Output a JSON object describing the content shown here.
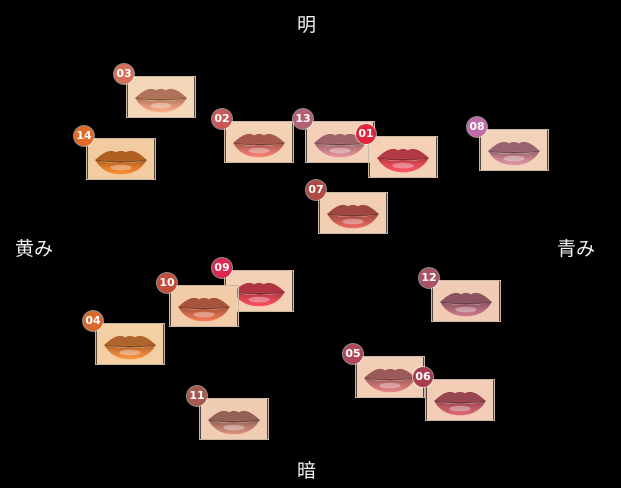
{
  "axes": {
    "top": "明",
    "bottom": "暗",
    "left": "黄み",
    "right": "青み",
    "horizontal_gradient": [
      "#ffbf00",
      "#d9c400",
      "#b8cc3a",
      "#4fb86b",
      "#2f9ad8",
      "#1f8ff0"
    ],
    "vertical_gradient": [
      "#f0c9a8",
      "#e88f7c",
      "#d84a5a",
      "#b01030"
    ]
  },
  "items": [
    {
      "num": "03",
      "badge": "#d4705a",
      "lip": "#e09474",
      "bg": "#f4d6b8",
      "pos": {
        "yellow_blue": -0.64,
        "light_dark": 0.88
      }
    },
    {
      "num": "14",
      "badge": "#e26a28",
      "lip": "#e07a2a",
      "bg": "#f2cba0",
      "pos": {
        "yellow_blue": -0.82,
        "light_dark": 0.52
      }
    },
    {
      "num": "02",
      "badge": "#c85858",
      "lip": "#d67064",
      "bg": "#f3d2b4",
      "pos": {
        "yellow_blue": -0.21,
        "light_dark": 0.62
      }
    },
    {
      "num": "13",
      "badge": "#b56070",
      "lip": "#c88086",
      "bg": "#f2d0b8",
      "pos": {
        "yellow_blue": 0.15,
        "light_dark": 0.62
      }
    },
    {
      "num": "01",
      "badge": "#e0263c",
      "lip": "#e54a58",
      "bg": "#f4d0b6",
      "pos": {
        "yellow_blue": 0.43,
        "light_dark": 0.53
      }
    },
    {
      "num": "08",
      "badge": "#c06aa8",
      "lip": "#c4808e",
      "bg": "#f3d2ba",
      "pos": {
        "yellow_blue": 0.92,
        "light_dark": 0.57
      }
    },
    {
      "num": "07",
      "badge": "#b04a44",
      "lip": "#cc5c54",
      "bg": "#f2ceb2",
      "pos": {
        "yellow_blue": 0.21,
        "light_dark": 0.21
      }
    },
    {
      "num": "09",
      "badge": "#da2850",
      "lip": "#e04456",
      "bg": "#f4d0b6",
      "pos": {
        "yellow_blue": -0.21,
        "light_dark": -0.24
      }
    },
    {
      "num": "10",
      "badge": "#c44e3c",
      "lip": "#d46a4a",
      "bg": "#f2cca8",
      "pos": {
        "yellow_blue": -0.45,
        "light_dark": -0.33
      }
    },
    {
      "num": "12",
      "badge": "#a85266",
      "lip": "#b06a7a",
      "bg": "#f0ccb6",
      "pos": {
        "yellow_blue": 0.71,
        "light_dark": -0.3
      }
    },
    {
      "num": "04",
      "badge": "#d86a30",
      "lip": "#e0803a",
      "bg": "#f4cfa4",
      "pos": {
        "yellow_blue": -0.78,
        "light_dark": -0.55
      }
    },
    {
      "num": "05",
      "badge": "#b0485a",
      "lip": "#c87272",
      "bg": "#f2ceb6",
      "pos": {
        "yellow_blue": 0.37,
        "light_dark": -0.74
      }
    },
    {
      "num": "06",
      "badge": "#a83c50",
      "lip": "#c05a66",
      "bg": "#f2ccb4",
      "pos": {
        "yellow_blue": 0.68,
        "light_dark": -0.87
      }
    },
    {
      "num": "11",
      "badge": "#a85a50",
      "lip": "#bc7c6e",
      "bg": "#f0ccb2",
      "pos": {
        "yellow_blue": -0.32,
        "light_dark": -0.98
      }
    }
  ]
}
